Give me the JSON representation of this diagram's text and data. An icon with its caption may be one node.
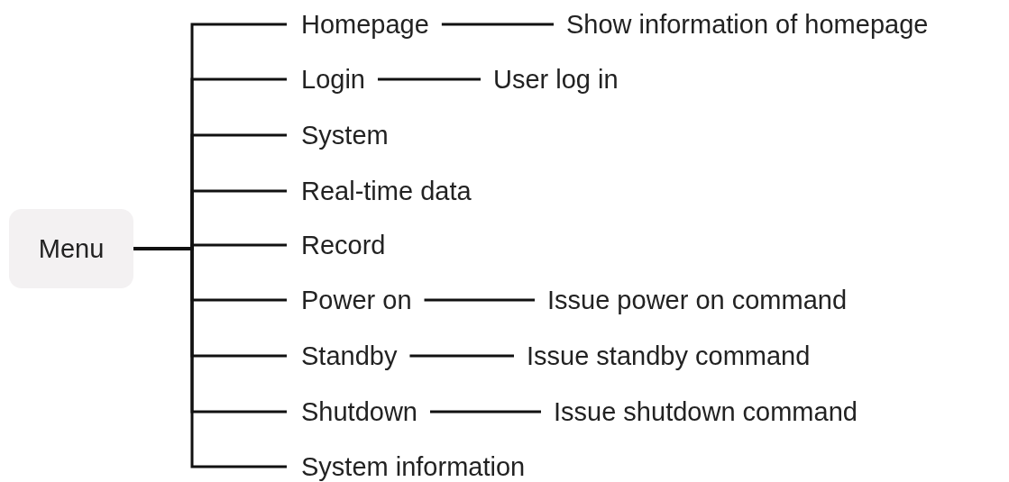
{
  "diagram": {
    "nodes": [
      {
        "text": [
          "Menu"
        ]
      },
      {
        "text": [
          "Homepage"
        ]
      },
      {
        "text": [
          "Login"
        ]
      },
      {
        "text": [
          "System"
        ]
      },
      {
        "text": [
          "Real-time data"
        ]
      },
      {
        "text": [
          "Record"
        ]
      },
      {
        "text": [
          "Power on"
        ]
      },
      {
        "text": [
          "Standby"
        ]
      },
      {
        "text": [
          "Shutdown"
        ]
      },
      {
        "text": [
          "System information"
        ]
      },
      {
        "text": [
          "Show information of homepage"
        ]
      },
      {
        "text": [
          "User log in"
        ]
      },
      {
        "text": [
          "Issue power on command"
        ]
      },
      {
        "text": [
          "Issue standby command"
        ]
      },
      {
        "text": [
          "Issue shutdown command"
        ]
      }
    ],
    "edges": [
      {
        "from": 0,
        "to": 1,
        "arrow": "none"
      },
      {
        "from": 0,
        "to": 2,
        "arrow": "none"
      },
      {
        "from": 0,
        "to": 3,
        "arrow": "none"
      },
      {
        "from": 0,
        "to": 4,
        "arrow": "none"
      },
      {
        "from": 0,
        "to": 5,
        "arrow": "none"
      },
      {
        "from": 0,
        "to": 6,
        "arrow": "none"
      },
      {
        "from": 0,
        "to": 7,
        "arrow": "none"
      },
      {
        "from": 0,
        "to": 8,
        "arrow": "none"
      },
      {
        "from": 0,
        "to": 9,
        "arrow": "none"
      },
      {
        "from": 1,
        "to": 10,
        "arrow": "none"
      },
      {
        "from": 2,
        "to": 11,
        "arrow": "none"
      },
      {
        "from": 6,
        "to": 12,
        "arrow": "none"
      },
      {
        "from": 7,
        "to": 13,
        "arrow": "none"
      },
      {
        "from": 8,
        "to": 14,
        "arrow": "none"
      }
    ]
  }
}
